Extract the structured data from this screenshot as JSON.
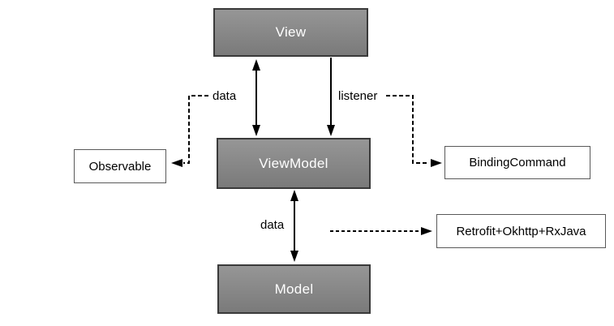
{
  "diagram": {
    "type": "architecture-flow",
    "title": "MVVM architecture diagram",
    "nodes": {
      "view": {
        "label": "View",
        "kind": "gray"
      },
      "viewmodel": {
        "label": "ViewModel",
        "kind": "gray"
      },
      "model": {
        "label": "Model",
        "kind": "gray"
      },
      "observable": {
        "label": "Observable",
        "kind": "white"
      },
      "binding_command": {
        "label": "BindingCommand",
        "kind": "white"
      },
      "network": {
        "label": "Retrofit+Okhttp+RxJava",
        "kind": "white"
      }
    },
    "edges": [
      {
        "from": "view",
        "to": "viewmodel",
        "style": "solid",
        "heads": "both",
        "label": "data"
      },
      {
        "from": "view",
        "to": "viewmodel",
        "style": "solid",
        "heads": "end",
        "label": "listener"
      },
      {
        "from": "data-label",
        "to": "observable",
        "style": "dashed",
        "heads": "end",
        "label": ""
      },
      {
        "from": "listener-label",
        "to": "binding_command",
        "style": "dashed",
        "heads": "end",
        "label": ""
      },
      {
        "from": "viewmodel",
        "to": "model",
        "style": "solid",
        "heads": "both",
        "label": "data"
      },
      {
        "from": "viewmodel-model-edge",
        "to": "network",
        "style": "dashed",
        "heads": "end",
        "label": ""
      }
    ],
    "edge_labels": {
      "view_viewmodel_data": "data",
      "view_viewmodel_listener": "listener",
      "viewmodel_model_data": "data"
    },
    "colors": {
      "background": "#ffffff",
      "node_fill_top": "#969696",
      "node_fill_bottom": "#7a7a7a",
      "node_border": "#3a3a3a",
      "node_text": "#ffffff",
      "plain_box_border": "#595959",
      "plain_box_text": "#000000",
      "arrow": "#000000"
    }
  }
}
